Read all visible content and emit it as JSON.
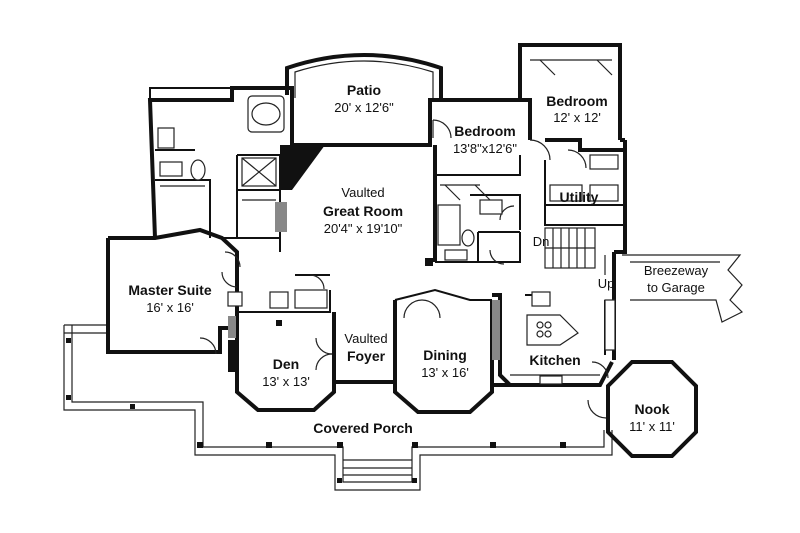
{
  "plan": {
    "rooms": {
      "patio": {
        "name": "Patio",
        "dims": "20' x 12'6\""
      },
      "bedroom_top": {
        "name": "Bedroom",
        "dims": "12' x 12'"
      },
      "bedroom_mid": {
        "name": "Bedroom",
        "dims": "13'8\"x12'6\""
      },
      "great_room": {
        "qualifier": "Vaulted",
        "name": "Great Room",
        "dims": "20'4\" x 19'10\""
      },
      "utility": {
        "name": "Utility"
      },
      "master_suite": {
        "name": "Master Suite",
        "dims": "16' x 16'"
      },
      "den": {
        "name": "Den",
        "dims": "13' x 13'"
      },
      "foyer": {
        "qualifier": "Vaulted",
        "name": "Foyer"
      },
      "dining": {
        "name": "Dining",
        "dims": "13' x 16'"
      },
      "kitchen": {
        "name": "Kitchen"
      },
      "nook": {
        "name": "Nook",
        "dims": "11' x 11'"
      },
      "covered_porch": {
        "name": "Covered Porch"
      }
    },
    "labels": {
      "breezeway_line1": "Breezeway",
      "breezeway_line2": "to Garage",
      "stair_up": "Up",
      "stair_down": "Dn"
    }
  }
}
